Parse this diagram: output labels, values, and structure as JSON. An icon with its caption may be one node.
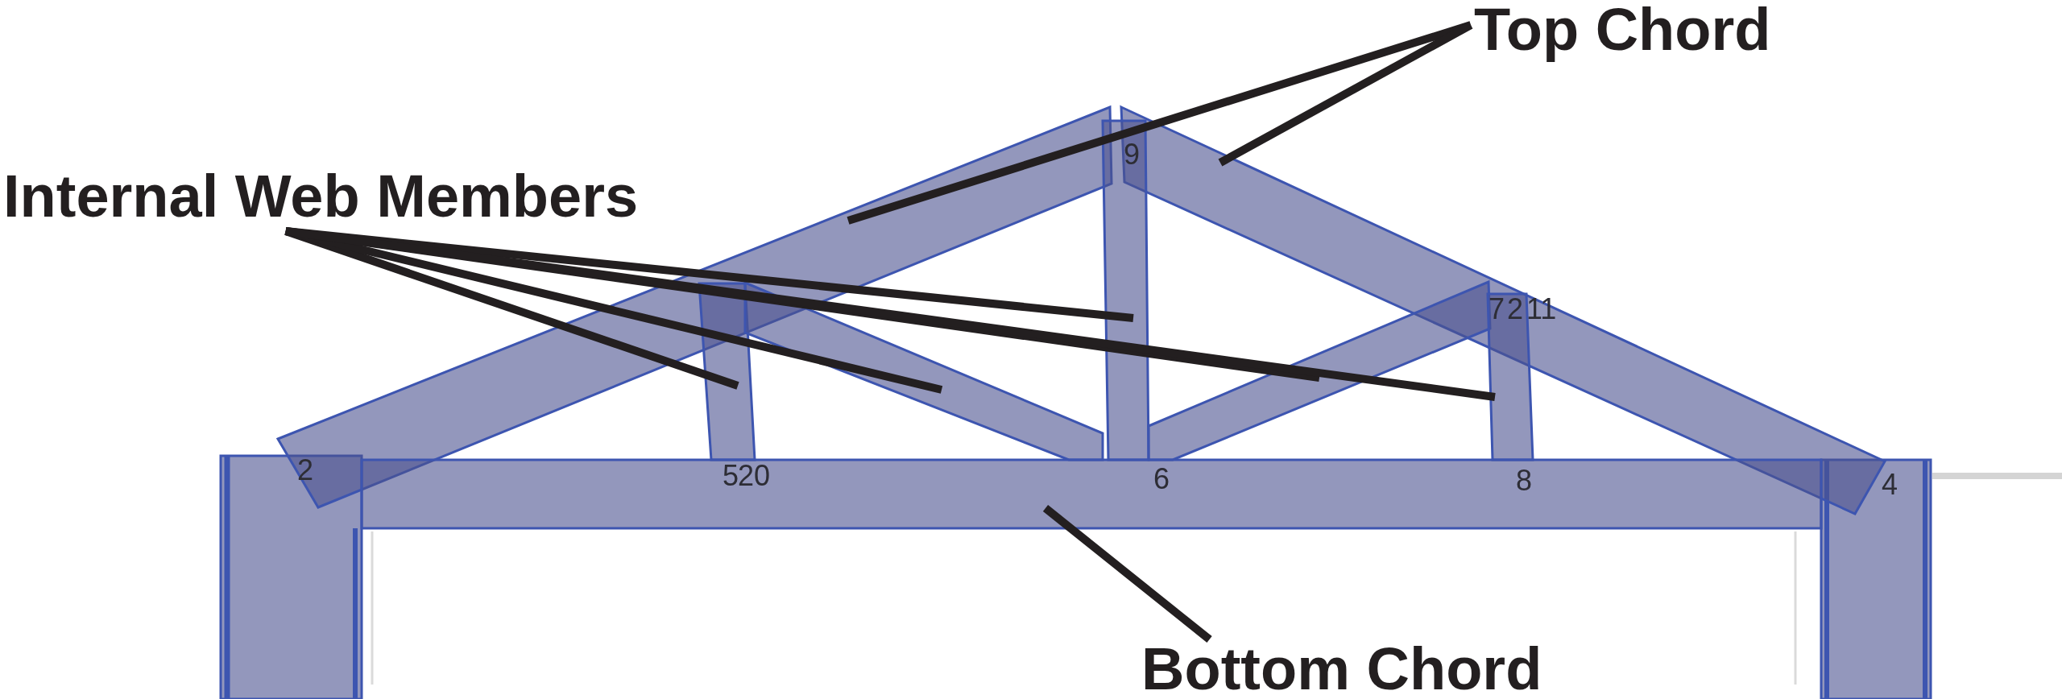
{
  "diagram": {
    "nodes": [
      {
        "text": [
          "Top Chord"
        ]
      },
      {
        "text": [],
        "shape": "bar"
      },
      {
        "text": [],
        "shape": "bar"
      },
      {
        "text": [
          "Internal Web Members"
        ]
      },
      {
        "text": [],
        "shape": "bar"
      },
      {
        "text": [],
        "shape": "bar"
      },
      {
        "text": [],
        "shape": "bar"
      },
      {
        "text": [],
        "shape": "bar"
      },
      {
        "text": [],
        "shape": "bar"
      },
      {
        "text": [
          "Bottom Chord"
        ]
      },
      {
        "text": [],
        "shape": "bar"
      }
    ],
    "edges": [
      {
        "from": 0,
        "to": 1,
        "arrow": "none"
      },
      {
        "from": 0,
        "to": 2,
        "arrow": "none"
      },
      {
        "from": 3,
        "to": 4,
        "arrow": "none"
      },
      {
        "from": 3,
        "to": 5,
        "arrow": "none"
      },
      {
        "from": 3,
        "to": 6,
        "arrow": "none"
      },
      {
        "from": 3,
        "to": 7,
        "arrow": "none"
      },
      {
        "from": 3,
        "to": 8,
        "arrow": "none"
      },
      {
        "from": 9,
        "to": 10,
        "arrow": "none"
      }
    ],
    "labels": [
      "9",
      "7",
      "2",
      "11",
      "2",
      "5",
      "20",
      "6",
      "8",
      "4"
    ]
  }
}
